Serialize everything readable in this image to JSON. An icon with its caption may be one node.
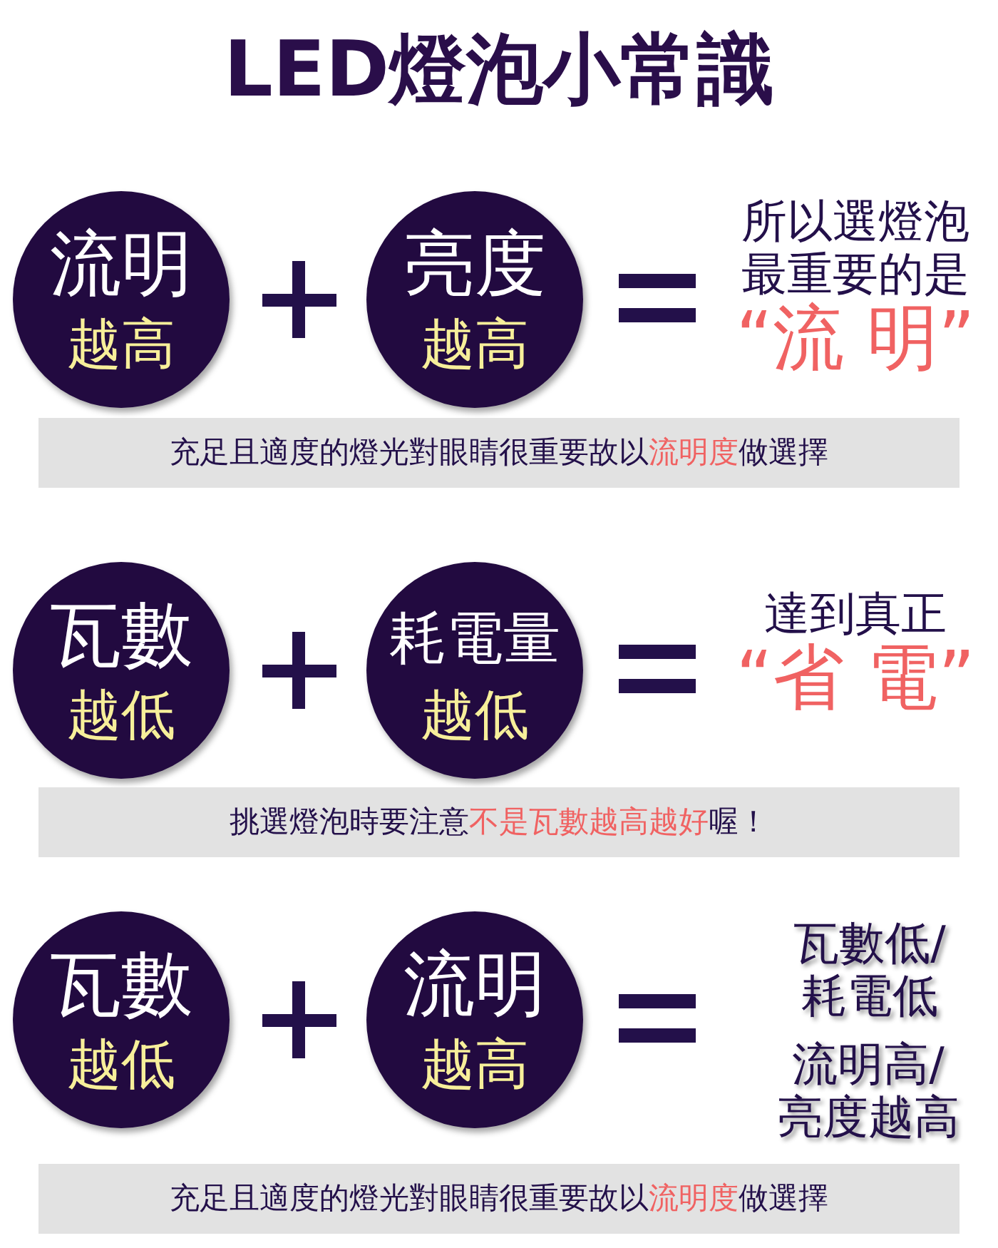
{
  "diagram": {
    "title": "LED燈泡小常識",
    "nodes": [
      {
        "text": [
          "流明",
          "越高"
        ]
      },
      {
        "text": [
          "亮度",
          "越高"
        ]
      },
      {
        "text": [
          "充足且適度的燈光對眼睛很重要故以**流明度**做選擇"
        ]
      },
      {
        "text": [
          "瓦數",
          "越低"
        ]
      },
      {
        "text": [
          "耗電量",
          "越低"
        ]
      },
      {
        "text": [
          "挑選燈泡時要注意**不是瓦數越高越好**喔！"
        ]
      },
      {
        "text": [
          "瓦數",
          "越低"
        ]
      },
      {
        "text": [
          "流明",
          "越高"
        ]
      },
      {
        "text": [
          "充足且適度的燈光對眼睛很重要故以**流明度**做選擇"
        ]
      }
    ],
    "labels": [
      "所以選燈泡最重要的是",
      "“流 明”",
      "達到真正",
      "“省 電”",
      "瓦數低/耗電低",
      "流明高/亮度越高"
    ]
  }
}
